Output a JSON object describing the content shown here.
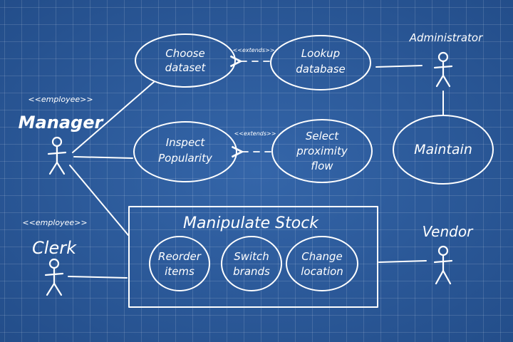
{
  "actors": {
    "manager": {
      "stereotype": "<<employee>>",
      "name": "Manager"
    },
    "clerk": {
      "stereotype": "<<employee>>",
      "name": "Clerk"
    },
    "administrator": {
      "name": "Administrator"
    },
    "vendor": {
      "name": "Vendor"
    }
  },
  "use_cases": {
    "choose_dataset": [
      "Choose",
      "dataset"
    ],
    "lookup_database": [
      "Lookup",
      "database"
    ],
    "inspect_popularity": [
      "Inspect",
      "Popularity"
    ],
    "select_proximity": [
      "Select",
      "proximity",
      "flow"
    ],
    "maintain": [
      "Maintain"
    ],
    "reorder_items": [
      "Reorder",
      "items"
    ],
    "switch_brands": [
      "Switch",
      "brands"
    ],
    "change_location": [
      "Change",
      "location"
    ]
  },
  "extends_label": "<<extends>>",
  "manipulate_stock": {
    "title": "Manipulate Stock"
  }
}
